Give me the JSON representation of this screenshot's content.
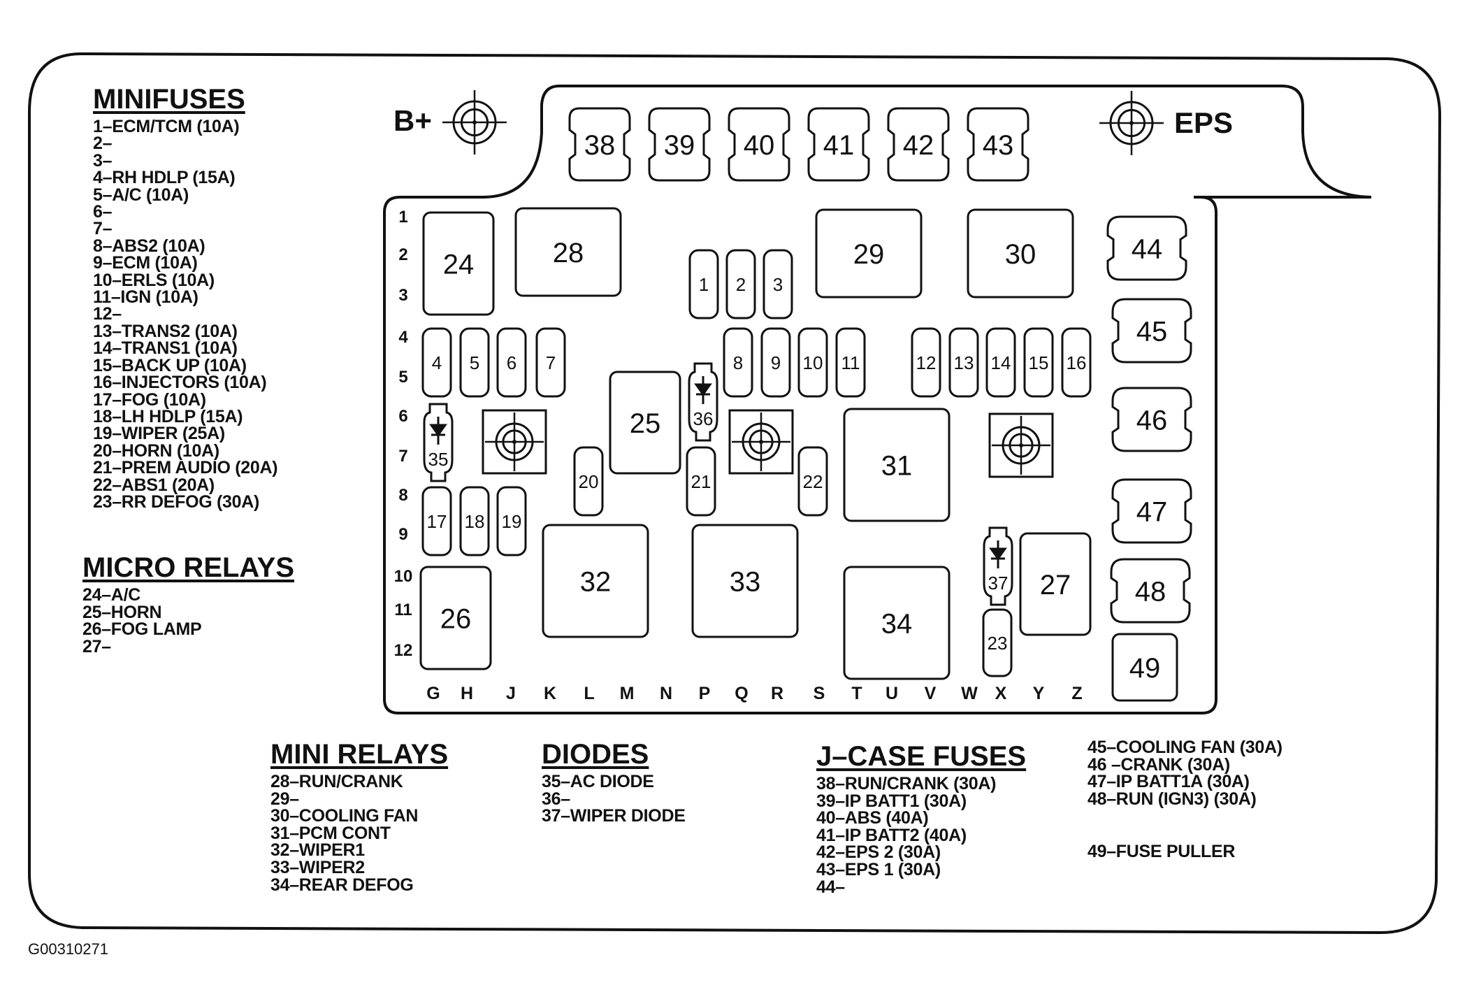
{
  "terminals": {
    "battery_label": "B+",
    "eps_label": "EPS"
  },
  "row_labels": [
    "1",
    "2",
    "3",
    "4",
    "5",
    "6",
    "7",
    "8",
    "9",
    "10",
    "11",
    "12"
  ],
  "column_labels": [
    "G",
    "H",
    "J",
    "K",
    "L",
    "M",
    "N",
    "P",
    "Q",
    "R",
    "S",
    "T",
    "U",
    "V",
    "W",
    "X",
    "Y",
    "Z"
  ],
  "components": [
    {
      "id": "38",
      "kind": "j-case-fuse"
    },
    {
      "id": "39",
      "kind": "j-case-fuse"
    },
    {
      "id": "40",
      "kind": "j-case-fuse"
    },
    {
      "id": "41",
      "kind": "j-case-fuse"
    },
    {
      "id": "42",
      "kind": "j-case-fuse"
    },
    {
      "id": "43",
      "kind": "j-case-fuse"
    },
    {
      "id": "44",
      "kind": "j-case-fuse"
    },
    {
      "id": "45",
      "kind": "j-case-fuse"
    },
    {
      "id": "46",
      "kind": "j-case-fuse"
    },
    {
      "id": "47",
      "kind": "j-case-fuse"
    },
    {
      "id": "48",
      "kind": "j-case-fuse"
    },
    {
      "id": "49",
      "kind": "fuse-puller"
    },
    {
      "id": "24",
      "kind": "micro-relay"
    },
    {
      "id": "25",
      "kind": "micro-relay"
    },
    {
      "id": "26",
      "kind": "micro-relay"
    },
    {
      "id": "27",
      "kind": "micro-relay"
    },
    {
      "id": "28",
      "kind": "mini-relay"
    },
    {
      "id": "29",
      "kind": "mini-relay"
    },
    {
      "id": "30",
      "kind": "mini-relay"
    },
    {
      "id": "31",
      "kind": "mini-relay"
    },
    {
      "id": "32",
      "kind": "mini-relay"
    },
    {
      "id": "33",
      "kind": "mini-relay"
    },
    {
      "id": "34",
      "kind": "mini-relay"
    },
    {
      "id": "1",
      "kind": "minifuse"
    },
    {
      "id": "2",
      "kind": "minifuse"
    },
    {
      "id": "3",
      "kind": "minifuse"
    },
    {
      "id": "4",
      "kind": "minifuse"
    },
    {
      "id": "5",
      "kind": "minifuse"
    },
    {
      "id": "6",
      "kind": "minifuse"
    },
    {
      "id": "7",
      "kind": "minifuse"
    },
    {
      "id": "8",
      "kind": "minifuse"
    },
    {
      "id": "9",
      "kind": "minifuse"
    },
    {
      "id": "10",
      "kind": "minifuse"
    },
    {
      "id": "11",
      "kind": "minifuse"
    },
    {
      "id": "12",
      "kind": "minifuse"
    },
    {
      "id": "13",
      "kind": "minifuse"
    },
    {
      "id": "14",
      "kind": "minifuse"
    },
    {
      "id": "15",
      "kind": "minifuse"
    },
    {
      "id": "16",
      "kind": "minifuse"
    },
    {
      "id": "17",
      "kind": "minifuse"
    },
    {
      "id": "18",
      "kind": "minifuse"
    },
    {
      "id": "19",
      "kind": "minifuse"
    },
    {
      "id": "20",
      "kind": "minifuse"
    },
    {
      "id": "21",
      "kind": "minifuse"
    },
    {
      "id": "22",
      "kind": "minifuse"
    },
    {
      "id": "23",
      "kind": "minifuse"
    },
    {
      "id": "35",
      "kind": "diode"
    },
    {
      "id": "36",
      "kind": "diode"
    },
    {
      "id": "37",
      "kind": "diode"
    }
  ],
  "legends": {
    "minifuses": {
      "heading": "MINIFUSES",
      "items": [
        "1–ECM/TCM (10A)",
        "2–",
        "3–",
        "4–RH HDLP (15A)",
        "5–A/C (10A)",
        "6–",
        "7–",
        "8–ABS2 (10A)",
        "9–ECM (10A)",
        "10–ERLS (10A)",
        "11–IGN (10A)",
        "12–",
        "13–TRANS2 (10A)",
        "14–TRANS1 (10A)",
        "15–BACK UP (10A)",
        "16–INJECTORS (10A)",
        "17–FOG (10A)",
        "18–LH HDLP (15A)",
        "19–WIPER (25A)",
        "20–HORN (10A)",
        "21–PREM AUDIO (20A)",
        "22–ABS1 (20A)",
        "23–RR DEFOG (30A)"
      ]
    },
    "micro_relays": {
      "heading": "MICRO RELAYS",
      "items": [
        "24–A/C",
        "25–HORN",
        "26–FOG LAMP",
        "27–"
      ]
    },
    "mini_relays": {
      "heading": "MINI RELAYS",
      "items": [
        "28–RUN/CRANK",
        "29–",
        "30–COOLING FAN",
        "31–PCM CONT",
        "32–WIPER1",
        "33–WIPER2",
        "34–REAR DEFOG"
      ]
    },
    "diodes": {
      "heading": "DIODES",
      "items": [
        "35–AC DIODE",
        "36–",
        "37–WIPER DIODE"
      ]
    },
    "j_case_fuses": {
      "heading": "J–CASE FUSES",
      "items": [
        "38–RUN/CRANK (30A)",
        "39–IP BATT1 (30A)",
        "40–ABS (40A)",
        "41–IP BATT2 (40A)",
        "42–EPS 2 (30A)",
        "43–EPS 1 (30A)",
        "44–"
      ]
    },
    "j_case_fuses_more": {
      "items": [
        "45–COOLING FAN (30A)",
        "46 –CRANK (30A)",
        "47–IP BATT1A (30A)",
        "48–RUN (IGN3) (30A)"
      ]
    },
    "fuse_puller": {
      "items": [
        "49–FUSE PULLER"
      ]
    }
  },
  "document_id": "G00310271"
}
